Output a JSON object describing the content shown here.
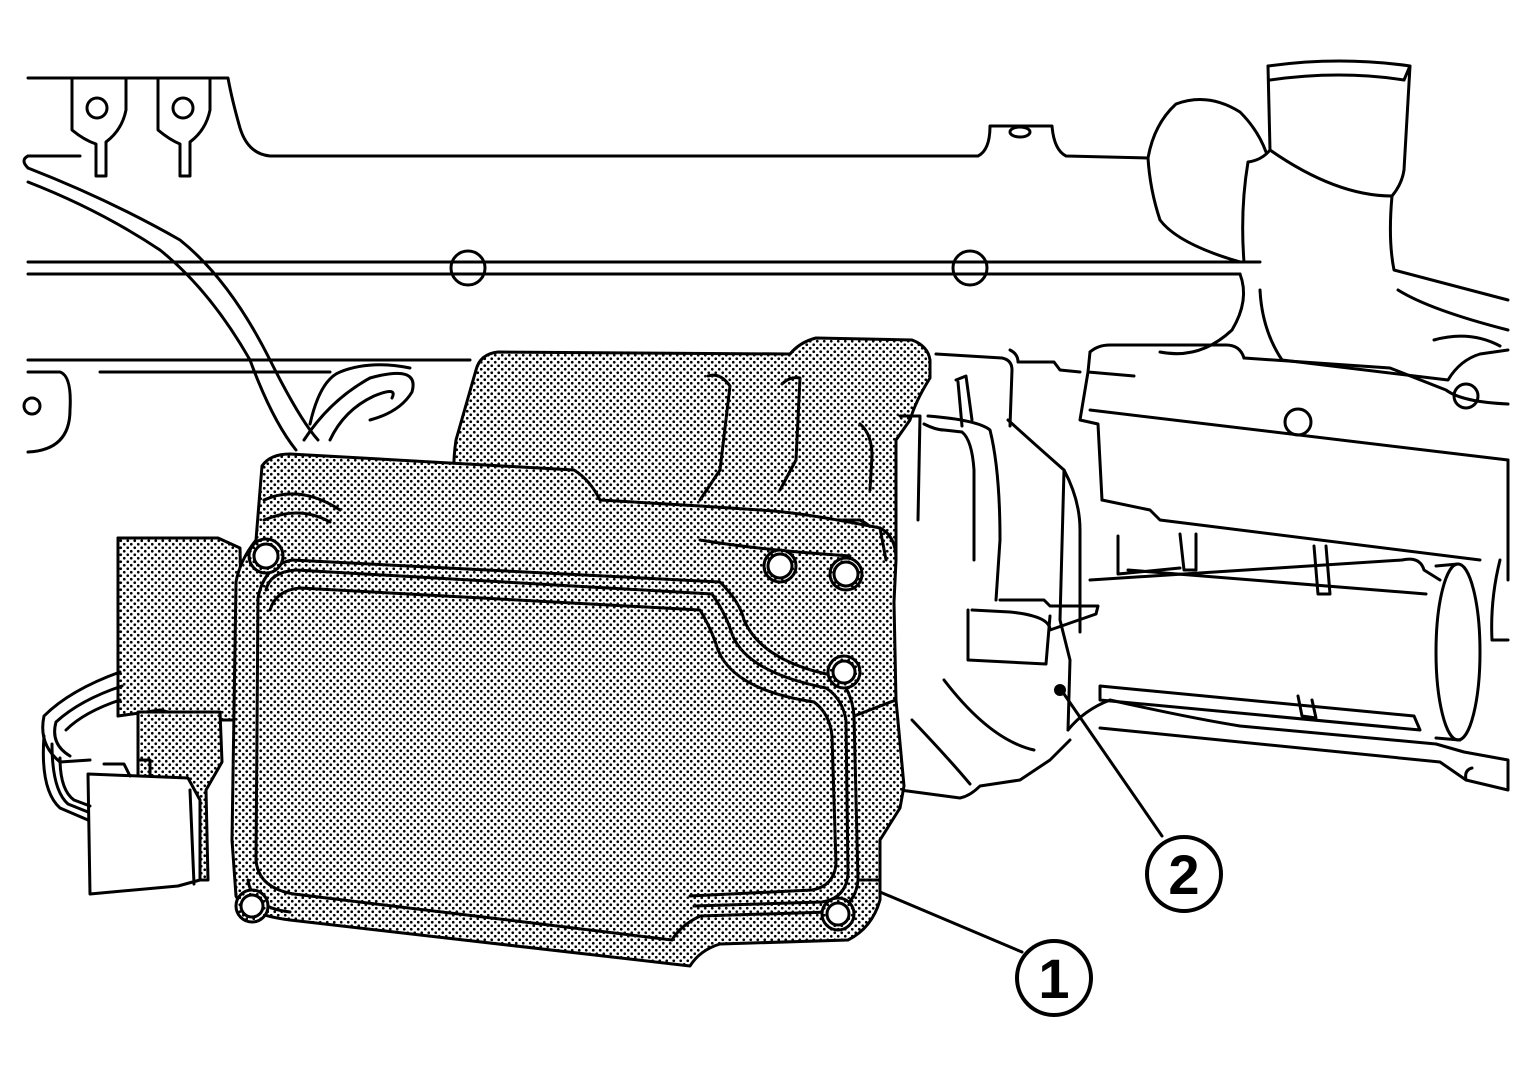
{
  "diagram": {
    "style": "black line art on white, stippled halftone fill on highlighted assembly",
    "colors": {
      "line": "#000000",
      "background": "#ffffff",
      "stipple": "#000000"
    }
  },
  "callouts": [
    {
      "label": "1"
    },
    {
      "label": "2"
    }
  ]
}
